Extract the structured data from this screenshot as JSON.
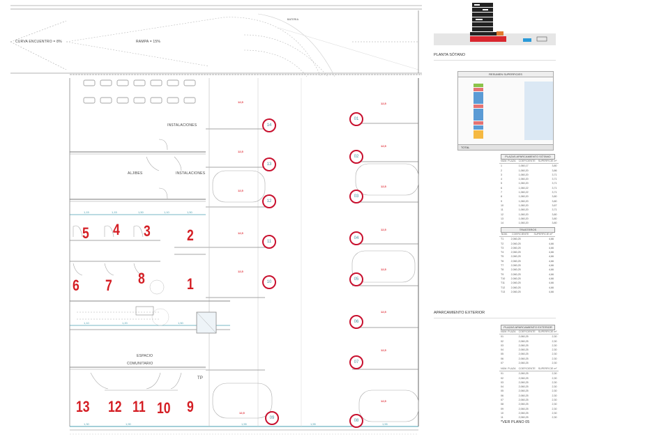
{
  "plan": {
    "ramp_labels": {
      "left": "CURVA ENCUENTRO = 8%",
      "right": "RAMPA = 15%"
    },
    "top_note": "BATERIA",
    "rooms": {
      "instalaciones_1": "INSTALACIONES",
      "aljibes": "ALJIBES",
      "instalaciones_2": "INSTALACIONES",
      "espacio_comunitario_1": "ESPACIO",
      "espacio_comunitario_2": "COMUNITARIO",
      "tp": "TP"
    },
    "storage_units": [
      "5",
      "4",
      "3",
      "2",
      "6",
      "7",
      "8",
      "1",
      "13",
      "12",
      "11",
      "10",
      "9"
    ],
    "parking_spots": [
      "14",
      "13",
      "12",
      "11",
      "10",
      "09",
      "01",
      "02",
      "03",
      "04",
      "05",
      "06",
      "07",
      "08"
    ],
    "spot_area_label": "12,5"
  },
  "sidebar": {
    "section_title": "PLANTA SÓTANO",
    "summary_table": {
      "title": "RESUMEN SUPERFICIES",
      "total_label": "TOTAL"
    },
    "storage_table": {
      "title": "PLAZAS APARCAMIENTO SÓTANO",
      "headers": [
        "NÚM. PLAZA",
        "COEFICIENTE",
        "SUPERFICIE m²"
      ],
      "rows": [
        [
          "1",
          "1,060,17",
          "3,80"
        ],
        [
          "2",
          "1,060,20",
          "3,86"
        ],
        [
          "3",
          "1,060,20",
          "3,71"
        ],
        [
          "4",
          "1,060,20",
          "3,71"
        ],
        [
          "5",
          "1,060,20",
          "3,71"
        ],
        [
          "6",
          "1,060,22",
          "3,71"
        ],
        [
          "7",
          "1,060,22",
          "3,71"
        ],
        [
          "8",
          "1,060,20",
          "3,80"
        ],
        [
          "9",
          "1,060,20",
          "3,80"
        ],
        [
          "10",
          "1,060,20",
          "3,67"
        ],
        [
          "11",
          "1,060,20",
          "3,71"
        ],
        [
          "12",
          "1,060,20",
          "3,80"
        ],
        [
          "13",
          "1,060,20",
          "3,80"
        ],
        [
          "14",
          "1,060,20",
          "3,80"
        ]
      ]
    },
    "trasteros_table": {
      "title": "TRASTEROS",
      "headers": [
        "NÚM.",
        "COEFICIENTE",
        "SUPERFICIE m²"
      ],
      "rows": [
        [
          "T1",
          "2,060,25",
          "4,66"
        ],
        [
          "T2",
          "2,060,25",
          "4,66"
        ],
        [
          "T3",
          "2,060,25",
          "4,66"
        ],
        [
          "T4",
          "2,060,25",
          "4,66"
        ],
        [
          "T5",
          "2,060,25",
          "4,66"
        ],
        [
          "T6",
          "2,060,25",
          "4,66"
        ],
        [
          "T7",
          "2,060,25",
          "4,66"
        ],
        [
          "T8",
          "2,060,25",
          "4,66"
        ],
        [
          "T9",
          "2,060,25",
          "4,66"
        ],
        [
          "T10",
          "2,060,25",
          "4,66"
        ],
        [
          "T11",
          "2,060,25",
          "4,66"
        ],
        [
          "T12",
          "2,060,25",
          "4,66"
        ],
        [
          "T13",
          "2,060,25",
          "4,66"
        ]
      ]
    },
    "exterior_section_title": "APARCAMIENTO EXTERIOR",
    "exterior_table": {
      "title": "PLAZAS APARCAMIENTO EXTERIOR",
      "headers": [
        "NÚM. PLAZA",
        "COEFICIENTE",
        "SUPERFICIE m²"
      ],
      "rows_a": [
        [
          "01",
          "2,060,25",
          "2,30"
        ],
        [
          "02",
          "2,060,25",
          "2,30"
        ],
        [
          "03",
          "2,060,25",
          "2,30"
        ],
        [
          "04",
          "2,060,25",
          "2,30"
        ],
        [
          "05",
          "2,060,25",
          "2,30"
        ],
        [
          "06",
          "2,060,25",
          "2,30"
        ],
        [
          "07",
          "2,060,25",
          "2,30"
        ]
      ],
      "rows_b": [
        [
          "01",
          "2,060,25",
          "2,30"
        ],
        [
          "02",
          "2,060,25",
          "2,30"
        ],
        [
          "03",
          "2,060,25",
          "2,30"
        ],
        [
          "04",
          "2,060,25",
          "2,30"
        ],
        [
          "05",
          "2,060,25",
          "2,30"
        ],
        [
          "06",
          "2,060,25",
          "2,30"
        ],
        [
          "07",
          "2,060,25",
          "2,30"
        ],
        [
          "08",
          "2,060,25",
          "2,30"
        ],
        [
          "09",
          "2,060,25",
          "2,30"
        ],
        [
          "10",
          "2,060,25",
          "2,30"
        ],
        [
          "11",
          "2,060,25",
          "2,30"
        ]
      ],
      "footnote": "*VER PLANO 05"
    }
  },
  "colors": {
    "red": "#d41e24",
    "teal": "#4a9fb0",
    "blue_cell": "#5b9bd5",
    "red_cell": "#e57373",
    "green_cell": "#8bc34a",
    "orange_cell": "#f5b942",
    "highlight_col": "#dbe8f4"
  }
}
